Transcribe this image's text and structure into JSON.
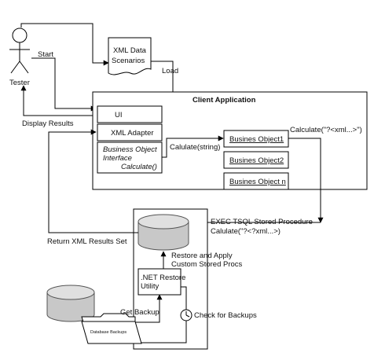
{
  "actor": {
    "label": "Tester"
  },
  "flows": {
    "start": "Start",
    "load": "Load",
    "display_results": "Display Results",
    "calculate_string": "Calulate(string)",
    "calculate_xml": "Calculate(\"?<xml...>\")",
    "exec_line1": "EXEC TSQL Stored Procedure",
    "exec_line2": "Calulate(\"?<?xml...>)",
    "return_xml": "Return XML Results Set",
    "restore_line1": "Restore and Apply",
    "restore_line2": "Custom Stored Procs",
    "get_backup": "Get Backup",
    "check_backups": "Check for Backups"
  },
  "scenarios_doc": {
    "line1": "XML Data",
    "line2": "Scenarios"
  },
  "client_app": {
    "title": "Client Application",
    "ui": "UI",
    "xml_adapter": "XML Adapter",
    "interface_line1": "Business Object",
    "interface_line2": "Interface",
    "interface_line3": "Calculate()",
    "business_objects": [
      "Busines Object1",
      "Busines Object2",
      "Busines Object n"
    ]
  },
  "restore_utility": {
    "line1": ".NET Restore",
    "line2": "Utility"
  },
  "folder": {
    "label": "Database Backups"
  }
}
